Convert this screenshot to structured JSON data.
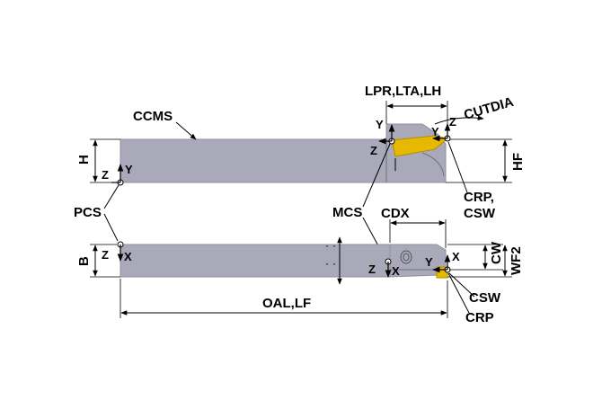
{
  "colors": {
    "body": "#a9a9ba",
    "body_dark": "#8e8ea0",
    "insert": "#e6b800",
    "insert_dark": "#b38f00",
    "line": "#000000"
  },
  "labels": {
    "ccms": "CCMS",
    "lpr": "LPR,LTA,LH",
    "cutdia": "CUTDIA",
    "h": "H",
    "hf": "HF",
    "pcs": "PCS",
    "mcs": "MCS",
    "cdx": "CDX",
    "crp_csw": "CRP,",
    "csw_top": "CSW",
    "b": "B",
    "cw": "CW",
    "wf2": "WF2",
    "oal": "OAL,LF",
    "csw_bottom": "CSW",
    "crp_bottom": "CRP"
  },
  "axes": {
    "top_pcs_z": "Z",
    "top_pcs_y": "Y",
    "top_head_y": "Y",
    "top_head_z": "Z",
    "top_mcs_z": "Z",
    "top_crp_y": "Y",
    "bot_pcs_z": "Z",
    "bot_pcs_x": "X",
    "bot_mcs_z": "Z",
    "bot_mcs_x": "X",
    "bot_crp_y": "Y",
    "bot_crp_x": "X"
  },
  "marks": {
    "break_1": "\"",
    "break_2": "\"",
    "break_3": "\"",
    "break_4": "\""
  }
}
